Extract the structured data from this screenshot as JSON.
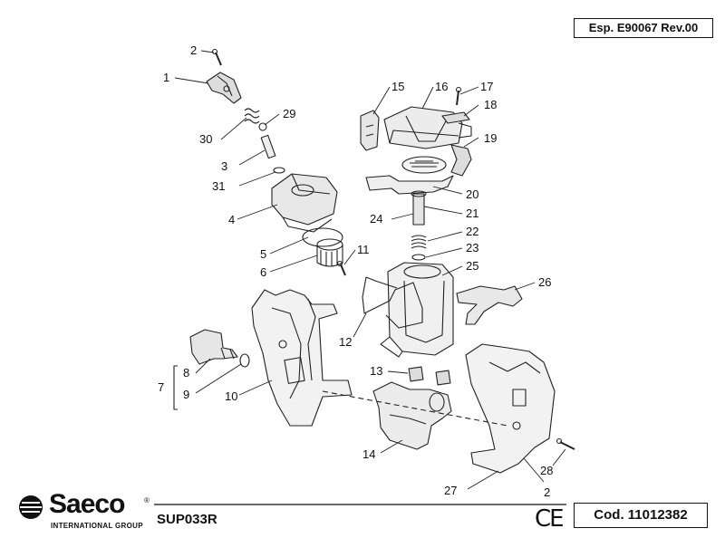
{
  "header": {
    "spec_ref": "Esp. E90067 Rev.00"
  },
  "footer": {
    "brand": "Saeco",
    "brand_reg": "®",
    "brand_sub": "INTERNATIONAL GROUP",
    "model_code": "SUP033R",
    "ce_mark": "CE",
    "cod": "Cod. 11012382"
  },
  "callouts": {
    "c1": "1",
    "c2a": "2",
    "c2b": "2",
    "c3": "3",
    "c4": "4",
    "c5": "5",
    "c6": "6",
    "c7": "7",
    "c8": "8",
    "c9": "9",
    "c10": "10",
    "c11": "11",
    "c12": "12",
    "c13": "13",
    "c14": "14",
    "c15": "15",
    "c16": "16",
    "c17": "17",
    "c18": "18",
    "c19": "19",
    "c20": "20",
    "c21": "21",
    "c22": "22",
    "c23": "23",
    "c24": "24",
    "c25": "25",
    "c26": "26",
    "c27": "27",
    "c28": "28",
    "c29": "29",
    "c30": "30",
    "c31": "31"
  }
}
